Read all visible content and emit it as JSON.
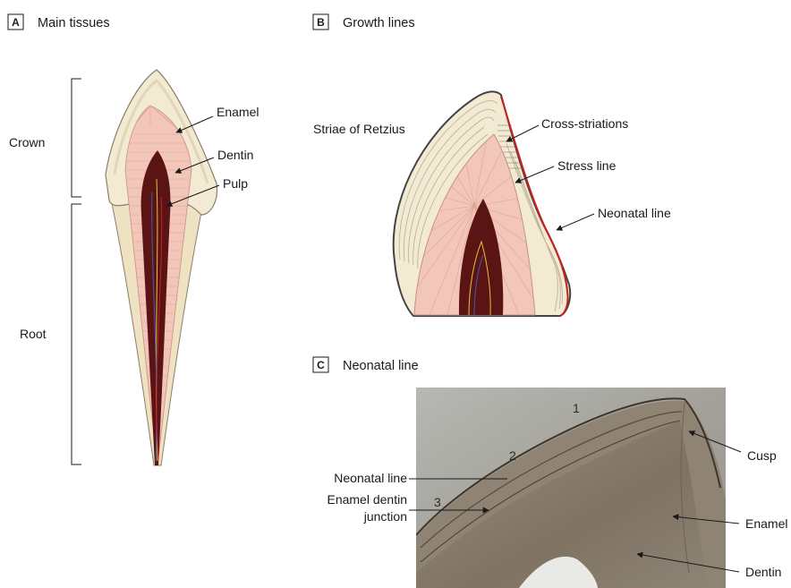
{
  "panels": {
    "a": {
      "badge": "A",
      "title": "Main tissues"
    },
    "b": {
      "badge": "B",
      "title": "Growth lines"
    },
    "c": {
      "badge": "C",
      "title": "Neonatal line"
    }
  },
  "panel_a_labels": {
    "crown": "Crown",
    "root": "Root",
    "enamel": "Enamel",
    "dentin": "Dentin",
    "pulp": "Pulp"
  },
  "panel_b_labels": {
    "striae": "Striae of Retzius",
    "cross_striations": "Cross-striations",
    "stress_line": "Stress line",
    "neonatal_line": "Neonatal line"
  },
  "panel_c_labels": {
    "num1": "1",
    "num2": "2",
    "num3": "3",
    "neonatal_line": "Neonatal line",
    "edj_line1": "Enamel dentin",
    "edj_line2": "junction",
    "cusp": "Cusp",
    "enamel": "Enamel",
    "dentin": "Dentin"
  },
  "colors": {
    "enamel": "#f3ead4",
    "enamel_outline": "#8a7f6a",
    "dentin": "#f2c6b8",
    "dentin_lines": "#d89a8c",
    "pulp": "#5a1414",
    "neonatal": "#c8201f",
    "photo_bg": "#a9aaa5"
  }
}
